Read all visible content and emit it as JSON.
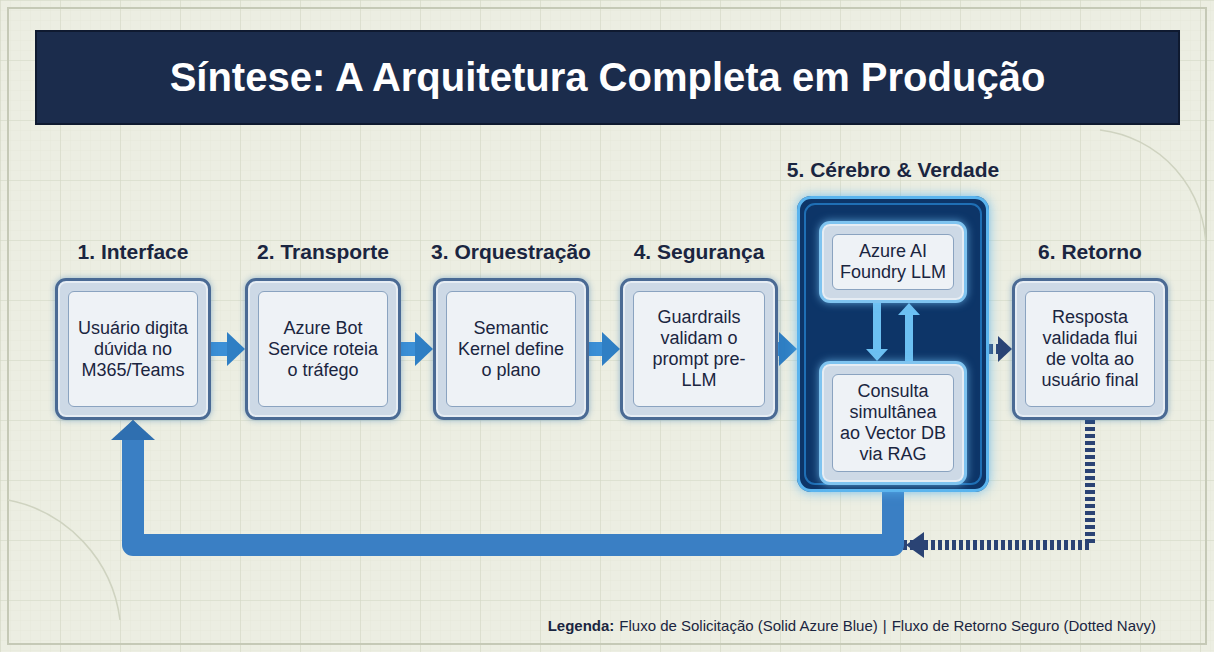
{
  "diagram": {
    "title": "Síntese: A Arquitetura Completa em Produção",
    "nodes": [
      {
        "text": [
          "1. Interface",
          "Usuário digita dúvida no M365/Teams"
        ]
      },
      {
        "text": [
          "2. Transporte",
          "Azure Bot Service roteia o tráfego"
        ]
      },
      {
        "text": [
          "3. Orquestração",
          "Semantic Kernel define o plano"
        ]
      },
      {
        "text": [
          "4. Segurança",
          "Guardrails validam o prompt pre-LLM"
        ]
      },
      {
        "text": [
          "5. Cérebro & Verdade"
        ]
      },
      {
        "text": [
          "Azure AI Foundry LLM"
        ],
        "in": 4
      },
      {
        "text": [
          "Consulta simultânea ao Vector DB via RAG"
        ],
        "in": 4
      },
      {
        "text": [
          "6. Retorno",
          "Resposta validada flui de volta ao usuário final"
        ]
      }
    ],
    "edges": [
      {
        "from": 0,
        "to": 1,
        "arrow": "to"
      },
      {
        "from": 1,
        "to": 2,
        "arrow": "to"
      },
      {
        "from": 2,
        "to": 3,
        "arrow": "to"
      },
      {
        "from": 3,
        "to": 4,
        "arrow": "to"
      },
      {
        "from": 5,
        "to": 6,
        "arrow": "to"
      },
      {
        "from": 6,
        "to": 5,
        "arrow": "to"
      },
      {
        "from": 4,
        "to": 7,
        "arrow": "to"
      },
      {
        "from": 7,
        "to": 0,
        "arrow": "to"
      },
      {
        "from": 4,
        "to": 0,
        "arrow": "to"
      }
    ],
    "labels": [
      "Legenda:",
      "|"
    ],
    "legend": [
      {
        "text": "Fluxo de Solicitação (Solid Azure Blue)"
      },
      {
        "text": "Fluxo de Retorno Seguro (Dotted Navy)"
      }
    ]
  }
}
